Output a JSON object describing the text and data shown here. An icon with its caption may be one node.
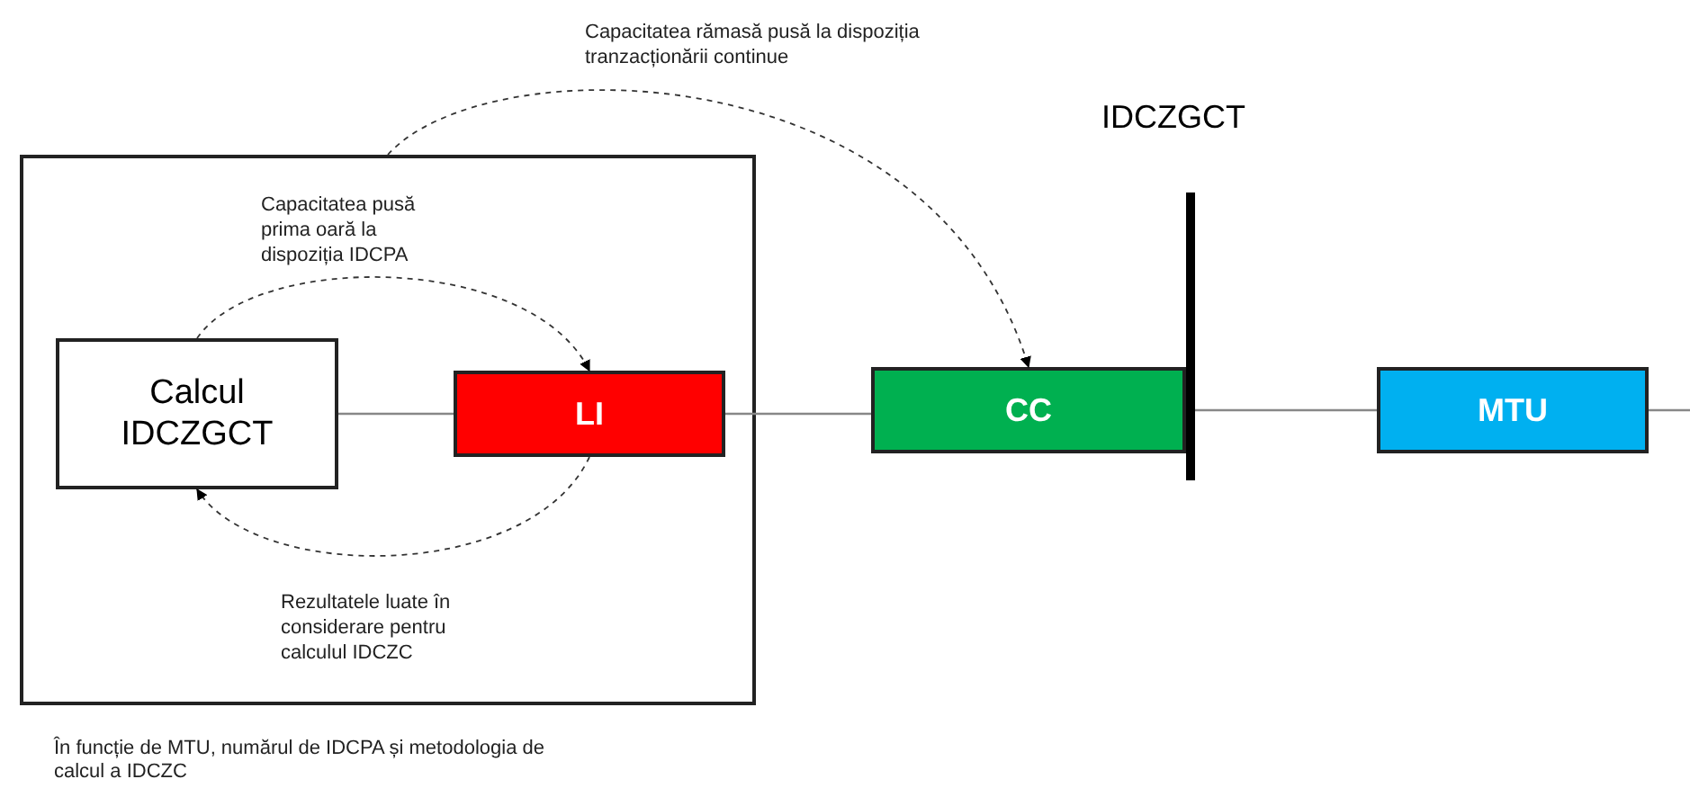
{
  "diagram": {
    "nodes": [
      {
        "text": [],
        "shape": "box"
      },
      {
        "text": [
          "Calcul IDCZGCT"
        ],
        "in": 0
      },
      {
        "text": [
          "LI"
        ],
        "in": 0
      },
      {
        "text": [
          "CC"
        ]
      },
      {
        "text": [
          "MTU"
        ]
      }
    ],
    "edges": [
      {
        "from": 1,
        "to": 2,
        "arrow": "none"
      },
      {
        "from": 2,
        "to": 3,
        "arrow": "none"
      },
      {
        "from": 3,
        "to": 4,
        "arrow": "none"
      },
      {
        "from": 4,
        "to": null,
        "arrow": "none"
      },
      {
        "from": 1,
        "to": 2,
        "arrow": "to",
        "style": "dashed",
        "label": "Capacitatea pusă prima oară la dispoziția IDCPA"
      },
      {
        "from": 2,
        "to": 1,
        "arrow": "to",
        "style": "dashed",
        "label": "Rezultatele luate în considerare pentru calculul IDCZC"
      },
      {
        "from": 0,
        "to": 3,
        "arrow": "to",
        "style": "dashed",
        "label": "Capacitatea rămasă pusă la dispoziția tranzacționării continue"
      }
    ],
    "labels": [
      "IDCZGCT",
      "În funcție de MTU, numărul de IDCPA și metodologia de calcul a IDCZC"
    ]
  }
}
